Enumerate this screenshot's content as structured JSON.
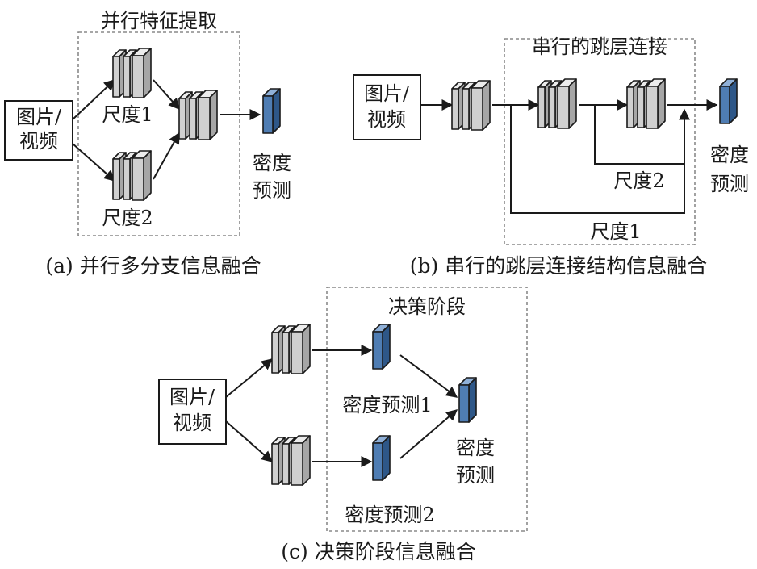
{
  "colors": {
    "feature_face": "#d0d0d0",
    "feature_side": "#a6a6a6",
    "feature_top": "#ececec",
    "output_face": "#4f7db3",
    "output_side": "#2e5788",
    "output_top": "#8fb0d8",
    "line": "#1a1a1a",
    "dashed_frame": "#8a8a8a"
  },
  "panel_a": {
    "caption": "(a) 并行多分支信息融合",
    "group_label": "并行特征提取",
    "input": [
      "图片/",
      "视频"
    ],
    "scale1": "尺度1",
    "scale2": "尺度2",
    "output": [
      "密度",
      "预测"
    ]
  },
  "panel_b": {
    "caption": "(b) 串行的跳层连接结构信息融合",
    "group_label": "串行的跳层连接",
    "input": [
      "图片/",
      "视频"
    ],
    "scale1": "尺度1",
    "scale2": "尺度2",
    "output": [
      "密度",
      "预测"
    ]
  },
  "panel_c": {
    "caption": "(c) 决策阶段信息融合",
    "group_label": "决策阶段",
    "input": [
      "图片/",
      "视频"
    ],
    "pred1": "密度预测1",
    "pred2": "密度预测2",
    "output": [
      "密度",
      "预测"
    ]
  }
}
